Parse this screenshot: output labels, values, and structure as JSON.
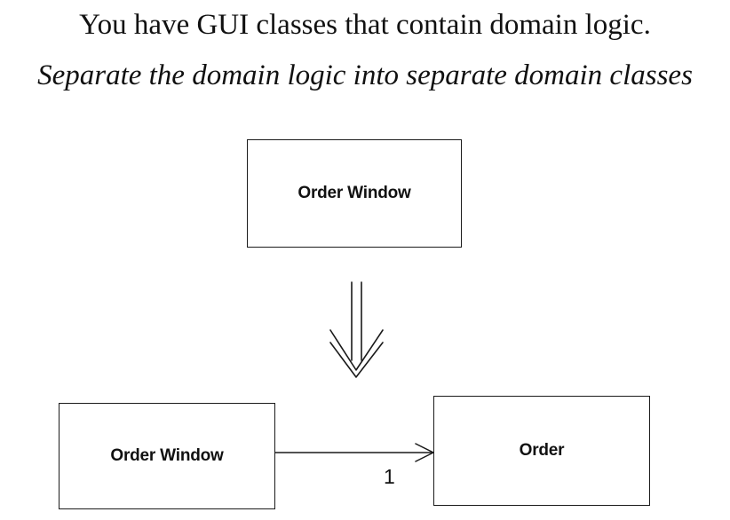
{
  "problem_statement": "You have GUI classes that contain domain logic.",
  "solution_statement": "Separate the domain logic into separate domain classes",
  "before": {
    "class_label": "Order Window"
  },
  "after": {
    "gui_class_label": "Order Window",
    "domain_class_label": "Order",
    "association_multiplicity": "1"
  }
}
